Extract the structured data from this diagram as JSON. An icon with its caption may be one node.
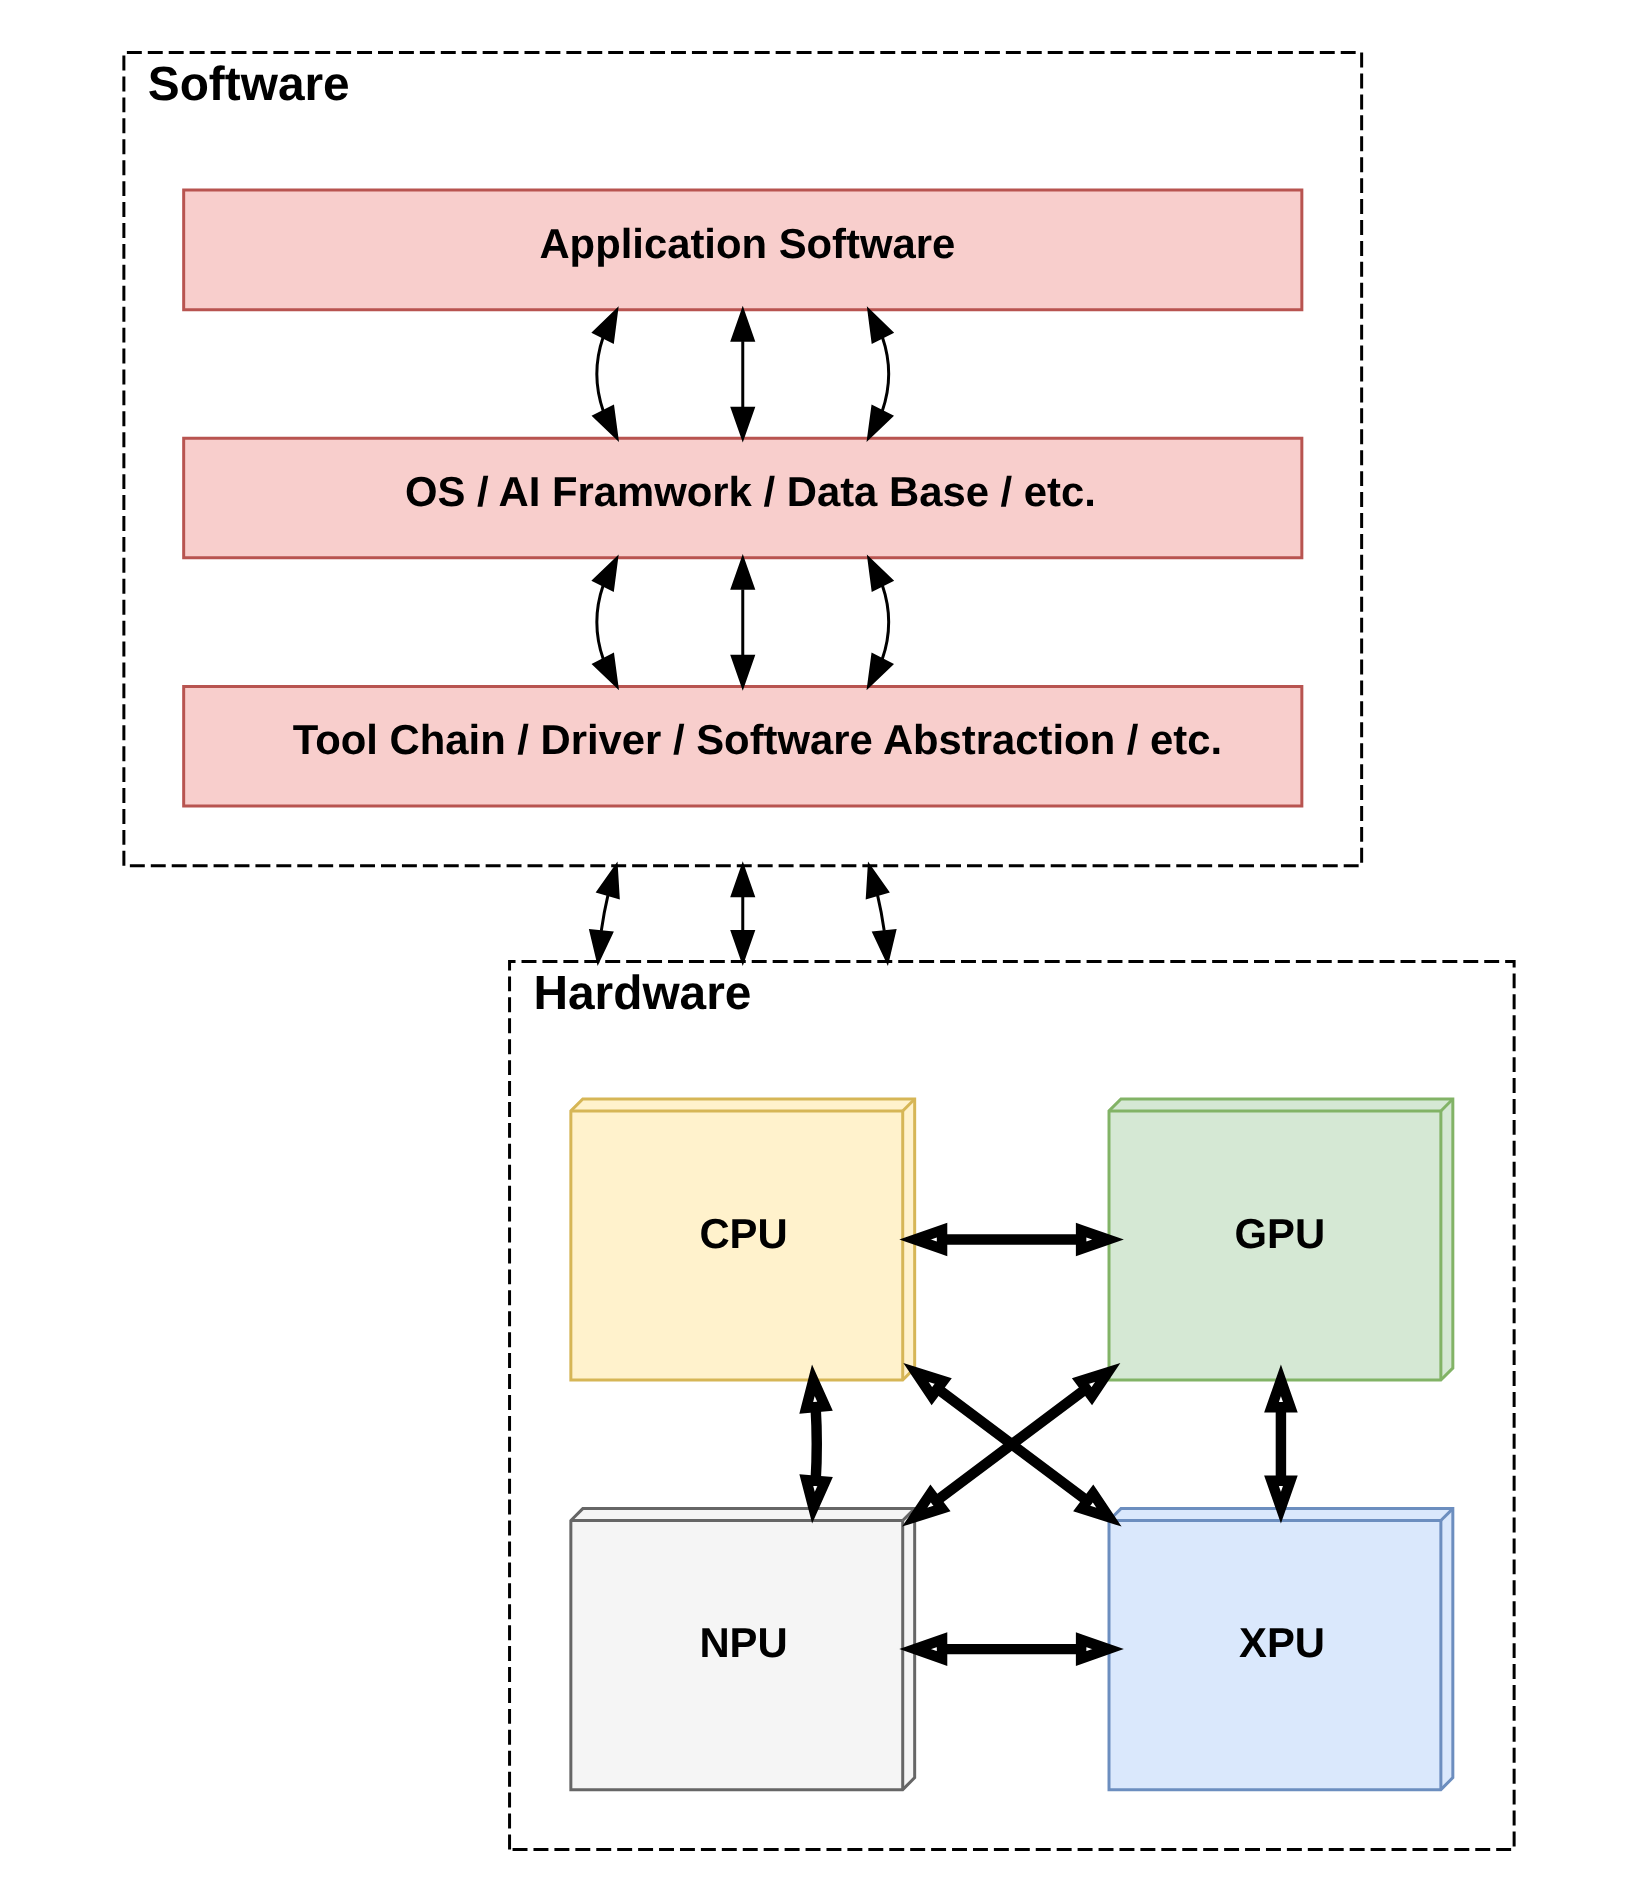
{
  "diagram": {
    "nodes": [
      {
        "text": [
          "Software"
        ]
      },
      {
        "text": [
          "Application Software"
        ],
        "in": 0
      },
      {
        "text": [
          "OS / AI Framwork / Data Base / etc."
        ],
        "in": 0
      },
      {
        "text": [
          "Tool Chain / Driver / Software Abstraction / etc."
        ],
        "in": 0
      },
      {
        "text": [
          "Hardware"
        ]
      },
      {
        "text": [
          "CPU"
        ],
        "in": 4
      },
      {
        "text": [
          "GPU"
        ],
        "in": 4
      },
      {
        "text": [
          "NPU"
        ],
        "in": 4
      },
      {
        "text": [
          "XPU"
        ],
        "in": 4
      }
    ],
    "edges": [
      {
        "from": 1,
        "to": 2,
        "arrow": "both"
      },
      {
        "from": 1,
        "to": 2,
        "arrow": "both"
      },
      {
        "from": 1,
        "to": 2,
        "arrow": "both"
      },
      {
        "from": 2,
        "to": 3,
        "arrow": "both"
      },
      {
        "from": 2,
        "to": 3,
        "arrow": "both"
      },
      {
        "from": 2,
        "to": 3,
        "arrow": "both"
      },
      {
        "from": 0,
        "to": 4,
        "arrow": "both"
      },
      {
        "from": 0,
        "to": 4,
        "arrow": "both"
      },
      {
        "from": 0,
        "to": 4,
        "arrow": "both"
      },
      {
        "from": 5,
        "to": 6,
        "arrow": "both",
        "style": "thick"
      },
      {
        "from": 5,
        "to": 7,
        "arrow": "both",
        "style": "thick"
      },
      {
        "from": 5,
        "to": 8,
        "arrow": "both",
        "style": "thick"
      },
      {
        "from": 6,
        "to": 7,
        "arrow": "both",
        "style": "thick"
      },
      {
        "from": 6,
        "to": 8,
        "arrow": "both",
        "style": "thick"
      },
      {
        "from": 7,
        "to": 8,
        "arrow": "both",
        "style": "thick"
      }
    ]
  }
}
